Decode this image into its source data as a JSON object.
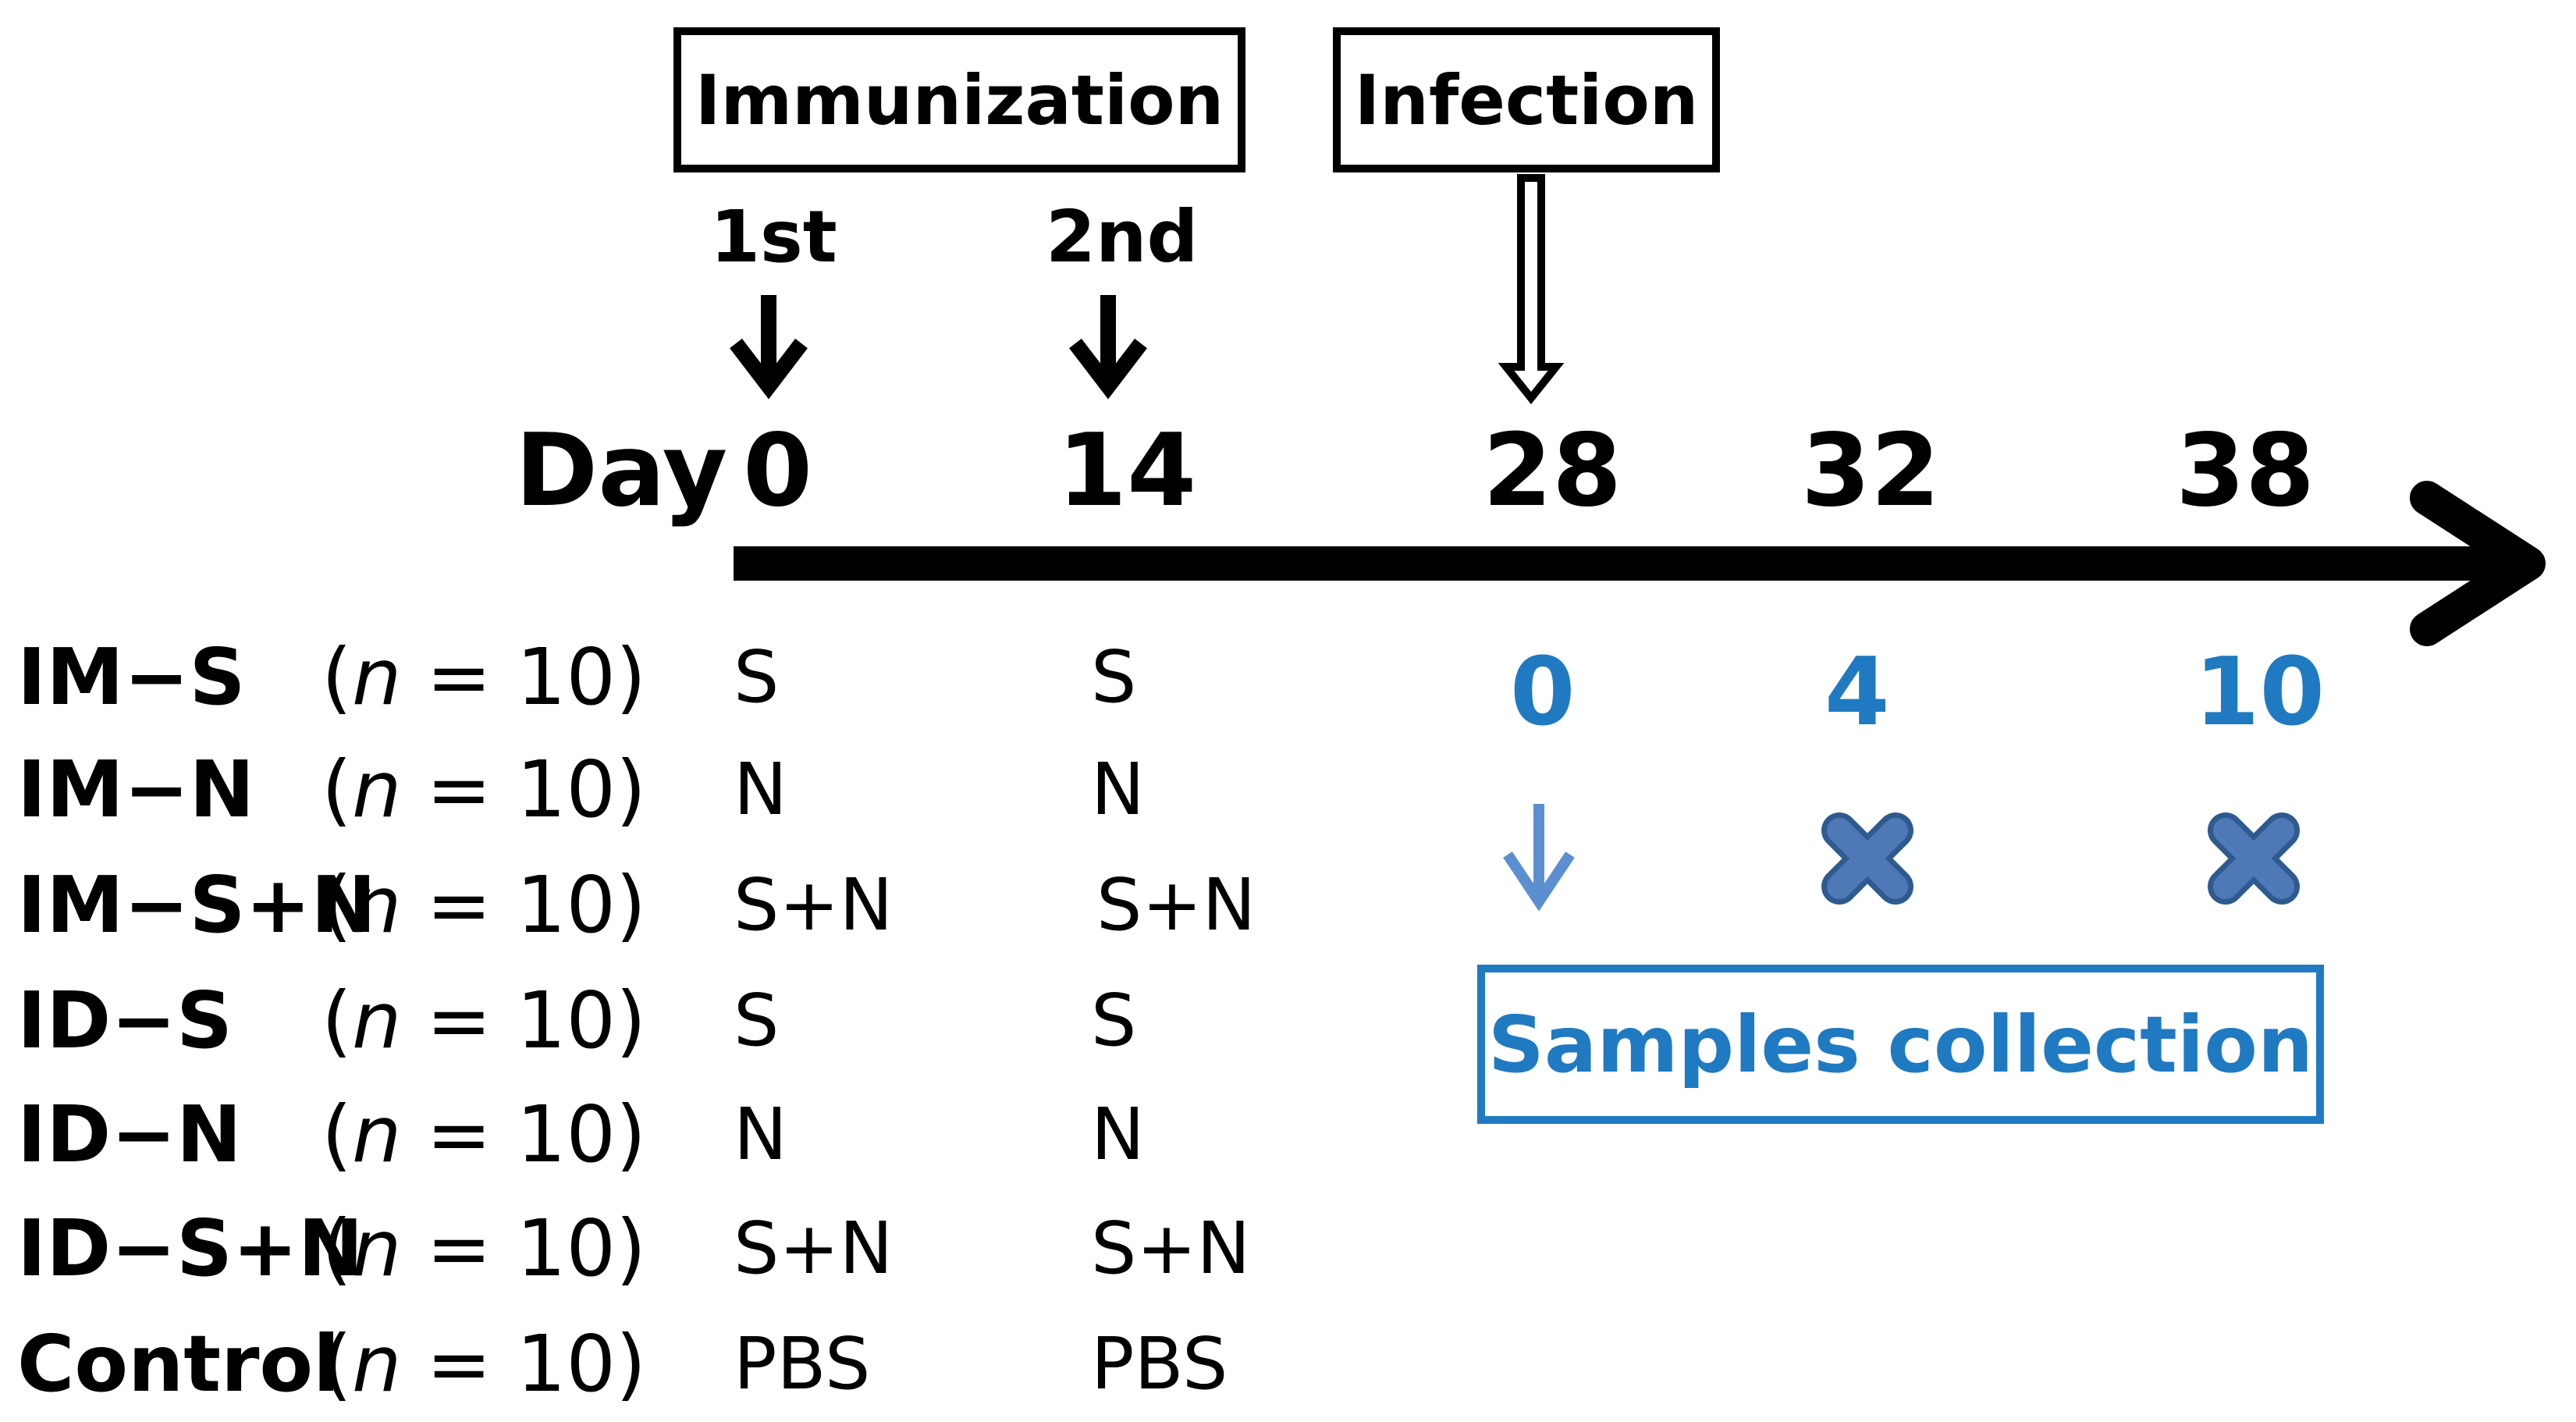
{
  "header": {
    "immunization_label": "Immunization",
    "infection_label": "Infection",
    "first_label": "1st",
    "second_label": "2nd"
  },
  "timeline": {
    "day_label": "Day",
    "days": [
      "0",
      "14",
      "28",
      "32",
      "38"
    ]
  },
  "groups": [
    {
      "name": "IM−S",
      "n_prefix": "(",
      "n_var": "n",
      "n_suffix": " = 10)",
      "dose1": "S",
      "dose2": "S"
    },
    {
      "name": "IM−N",
      "n_prefix": "(",
      "n_var": "n",
      "n_suffix": " = 10)",
      "dose1": "N",
      "dose2": "N"
    },
    {
      "name": "IM−S+N",
      "n_prefix": "(",
      "n_var": "n",
      "n_suffix": " = 10)",
      "dose1": "S+N",
      "dose2": "S+N"
    },
    {
      "name": "ID−S",
      "n_prefix": "(",
      "n_var": "n",
      "n_suffix": " = 10)",
      "dose1": "S",
      "dose2": "S"
    },
    {
      "name": "ID−N",
      "n_prefix": "(",
      "n_var": "n",
      "n_suffix": " = 10)",
      "dose1": "N",
      "dose2": "N"
    },
    {
      "name": "ID−S+N",
      "n_prefix": "(",
      "n_var": "n",
      "n_suffix": " = 10)",
      "dose1": "S+N",
      "dose2": "S+N"
    },
    {
      "name": "Control",
      "n_prefix": "(",
      "n_var": "n",
      "n_suffix": " = 10)",
      "dose1": "PBS",
      "dose2": "PBS"
    }
  ],
  "sampling": {
    "days_post_infection": [
      "0",
      "4",
      "10"
    ],
    "label": "Samples collection",
    "markers": [
      "arrow-down-icon",
      "cross-icon",
      "cross-icon"
    ]
  },
  "colors": {
    "text": "#000000",
    "blue": "#1f7ac2",
    "marker_fill": "#4e79b6",
    "marker_stroke": "#2e5a8f"
  }
}
